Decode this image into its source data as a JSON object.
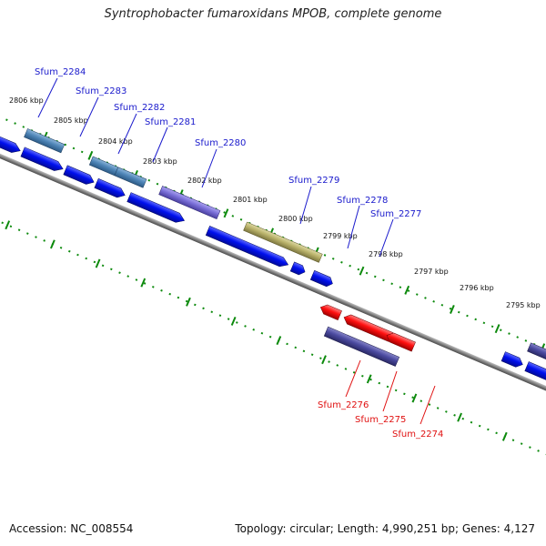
{
  "title": "Syntrophobacter fumaroxidans MPOB, complete genome",
  "footer": {
    "accession": "Accession: NC_008554",
    "stats": "Topology: circular; Length: 4,990,251 bp; Genes: 4,127"
  },
  "colors": {
    "backbone": "#808080",
    "tick_green": "#0d8a0d",
    "cds_blue": "#0010ee",
    "label_blue": "#1a1acc",
    "label_red": "#e01010",
    "red_feature": "#ff1010",
    "olive_feature": "#b9b26a",
    "steelblue_feature": "#4f86b8",
    "purple_feature": "#7a6fd8",
    "darkslate_feature": "#4b4aa0"
  },
  "ticks": [
    {
      "label": "2806 kbp"
    },
    {
      "label": "2805 kbp"
    },
    {
      "label": "2804 kbp"
    },
    {
      "label": "2803 kbp"
    },
    {
      "label": "2802 kbp"
    },
    {
      "label": "2801 kbp"
    },
    {
      "label": "2800 kbp"
    },
    {
      "label": "2799 kbp"
    },
    {
      "label": "2798 kbp"
    },
    {
      "label": "2797 kbp"
    },
    {
      "label": "2796 kbp"
    },
    {
      "label": "2795 kbp"
    }
  ],
  "upper_labels": [
    {
      "name": "Sfum_2284"
    },
    {
      "name": "Sfum_2283"
    },
    {
      "name": "Sfum_2282"
    },
    {
      "name": "Sfum_2281"
    },
    {
      "name": "Sfum_2280"
    },
    {
      "name": "Sfum_2279"
    },
    {
      "name": "Sfum_2278"
    },
    {
      "name": "Sfum_2277"
    }
  ],
  "lower_labels": [
    {
      "name": "Sfum_2276"
    },
    {
      "name": "Sfum_2275"
    },
    {
      "name": "Sfum_2274"
    }
  ]
}
